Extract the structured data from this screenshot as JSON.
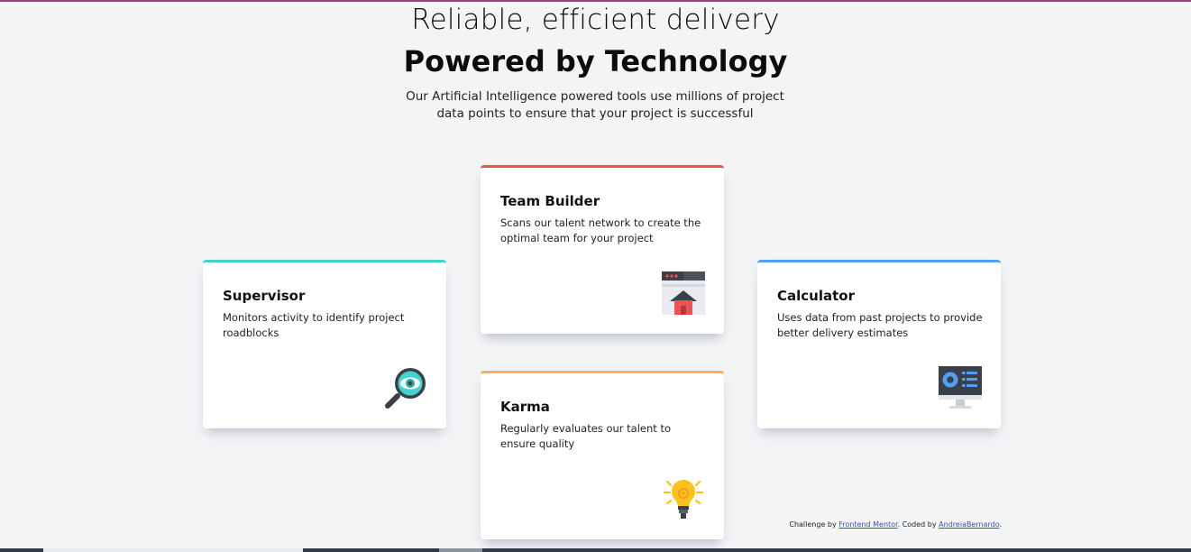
{
  "header": {
    "subtitle": "Reliable, efficient delivery",
    "title": "Powered by Technology",
    "intro": "Our Artificial Intelligence powered tools use millions of project data points to ensure that your project is successful"
  },
  "cards": {
    "team_builder": {
      "title": "Team Builder",
      "description": "Scans our talent network to create the optimal team for your project",
      "icon": "team-builder-icon",
      "accent": "#ea5454"
    },
    "supervisor": {
      "title": "Supervisor",
      "description": "Monitors activity to identify project roadblocks",
      "icon": "supervisor-icon",
      "accent": "#44d3d2"
    },
    "calculator": {
      "title": "Calculator",
      "description": "Uses data from past projects to provide better delivery estimates",
      "icon": "calculator-icon",
      "accent": "#549ef2"
    },
    "karma": {
      "title": "Karma",
      "description": "Regularly evaluates our talent to ensure quality",
      "icon": "karma-icon",
      "accent": "#fcaf4a"
    }
  },
  "attribution": {
    "prefix": "Challenge by ",
    "link1": "Frontend Mentor",
    "middle": ". Coded by ",
    "link2": "AndreiaBernardo",
    "suffix": "."
  },
  "colors": {
    "background": "#f3f4f6",
    "top_line": "#a83a7a",
    "link": "#3e52a3"
  }
}
